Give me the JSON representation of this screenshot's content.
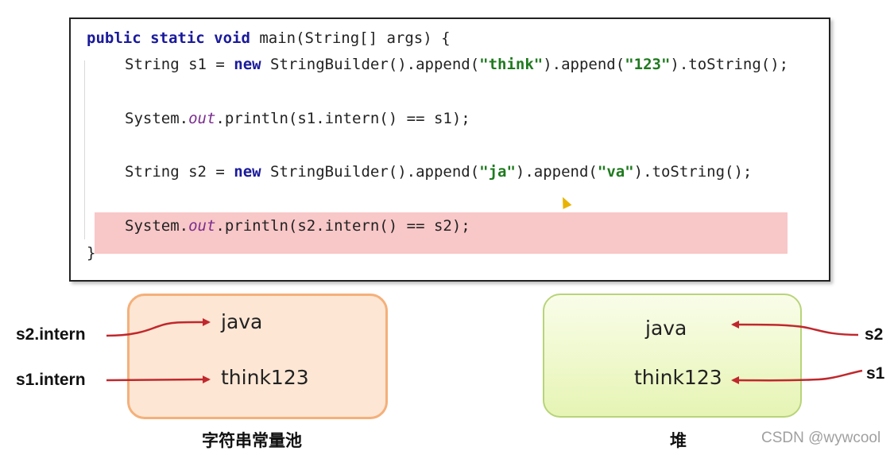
{
  "code": {
    "line1": {
      "kw1": "public static void",
      "rest": " main(String[] args) {"
    },
    "line2": {
      "pre": "String s1 = ",
      "kw": "new",
      "mid1": " StringBuilder().append(",
      "str1": "\"think\"",
      "mid2": ").append(",
      "str2": "\"123\"",
      "end": ").toString();"
    },
    "line3": {
      "pre": "System.",
      "field": "out",
      "end": ".println(s1.intern() == s1);"
    },
    "line4": {
      "pre": "String s2 = ",
      "kw": "new",
      "mid1": " StringBuilder().append(",
      "str1": "\"ja\"",
      "mid2": ").append(",
      "str2": "\"va\"",
      "end": ").toString();"
    },
    "line5": {
      "pre": "System.",
      "field": "out",
      "end": ".println(s2.intern() == s2);"
    },
    "line6": "}"
  },
  "pool": {
    "caption": "字符串常量池",
    "items": [
      "java",
      "think123"
    ]
  },
  "heap": {
    "caption": "堆",
    "items": [
      "java",
      "think123"
    ]
  },
  "refs": {
    "left": [
      "s2.intern",
      "s1.intern"
    ],
    "right": [
      "s2",
      "s1"
    ]
  },
  "colors": {
    "arrow": "#c0282d",
    "highlight": "#f8c7c7",
    "pool_border": "#f4b07a",
    "heap_border": "#b8d47a"
  },
  "watermark": "CSDN @wywcool"
}
